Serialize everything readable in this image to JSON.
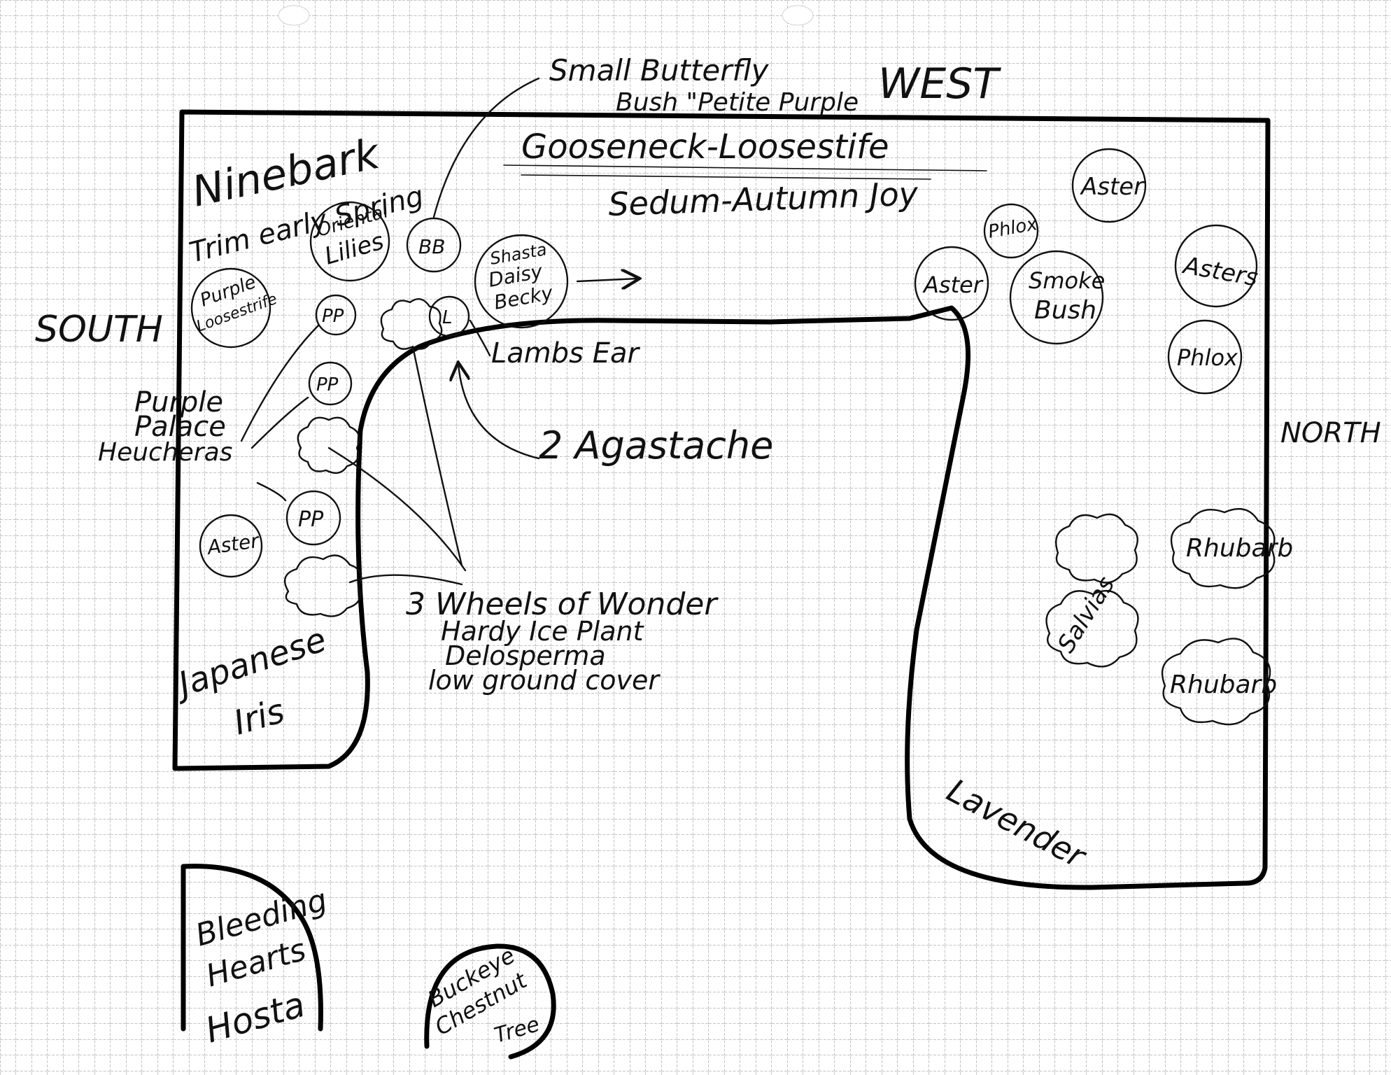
{
  "directions": {
    "west": "WEST",
    "south": "SOUTH",
    "north": "NORTH"
  },
  "labels": {
    "butterfly_bush_line1": "Small Butterfly",
    "butterfly_bush_line2": "Bush \"Petite Purple",
    "gooseneck": "Gooseneck-Loosestife",
    "sedum": "Sedum-Autumn Joy",
    "ninebark": "Ninebark",
    "trim": "Trim early Spring",
    "purple_palace_line1": "Purple",
    "purple_palace_line2": "Palace",
    "purple_palace_line3": "Heucheras",
    "lambs_ear": "Lambs Ear",
    "agastache": "2 Agastache",
    "wheels_line1": "3 Wheels of Wonder",
    "wheels_line2": "Hardy Ice Plant",
    "wheels_line3": "Delosperma",
    "wheels_line4": "low ground cover",
    "japanese_iris_line1": "Japanese",
    "japanese_iris_line2": "Iris",
    "lavender": "Lavender",
    "bleeding_hearts_line1": "Bleeding",
    "bleeding_hearts_line2": "Hearts",
    "hosta": "Hosta"
  },
  "plants": {
    "oriental_lilies_line1": "Oriental",
    "oriental_lilies_line2": "Lilies",
    "purple_loosestrife_line1": "Purple",
    "purple_loosestrife_line2": "Loosestrife",
    "bb": "BB",
    "shasta_line1": "Shasta",
    "shasta_line2": "Daisy",
    "shasta_line3": "Becky",
    "lambs_ear_circle": "L",
    "pp1": "PP",
    "pp2": "PP",
    "pp3": "PP",
    "aster_south": "Aster",
    "aster_top": "Aster",
    "phlox_top": "Phlox",
    "aster_mid": "Aster",
    "smoke_bush_line1": "Smoke",
    "smoke_bush_line2": "Bush",
    "asters_right": "Asters",
    "phlox_right": "Phlox",
    "salvias": "Salvias",
    "rhubarb1": "Rhubarb",
    "rhubarb2": "Rhubarb",
    "buckeye_line1": "Buckeye",
    "buckeye_line2": "Chestnut",
    "buckeye_line3": "Tree"
  }
}
